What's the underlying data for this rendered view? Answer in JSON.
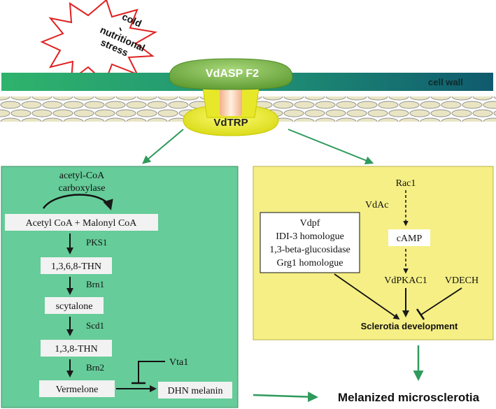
{
  "stress": {
    "line1": "cold",
    "line2": "、",
    "line3": "nutritional",
    "line4": "stress"
  },
  "membrane": {
    "cell_wall_label": "cell wall"
  },
  "receptor": {
    "top_label": "VdASP F2",
    "bottom_label": "VdTRP"
  },
  "melanin_panel": {
    "enzyme_line1": "acetyl-CoA",
    "enzyme_line2": "carboxylase",
    "substrate": "Acetyl CoA + Malonyl CoA",
    "step1_enzyme": "PKS1",
    "intermediate1": "1,3,6,8-THN",
    "step2_enzyme": "Brn1",
    "intermediate2": "scytalone",
    "step3_enzyme": "Scd1",
    "intermediate3": "1,3,8-THN",
    "step4_enzyme": "Brn2",
    "intermediate4": "Vermelone",
    "product": "DHN melanin",
    "inhibitor": "Vta1"
  },
  "sclerotia_panel": {
    "rac": "Rac1",
    "adenylate_cyclase": "VdAc",
    "camp": "cAMP",
    "pka": "VdPKAC1",
    "inhibitor": "VDECH",
    "box_lines": [
      "Vdpf",
      "IDI-3 homologue",
      "1,3-beta-glucosidase",
      "Grg1 homologue"
    ],
    "outcome": "Sclerotia development"
  },
  "final_outcome": "Melanized microsclerotia",
  "colors": {
    "green_panel": "#66cc99",
    "yellow_panel": "#f5ef85",
    "arrow_green": "#2e9a5c",
    "receptor_green": "#6aa63a",
    "receptor_yellow": "#e6e61e",
    "membrane_start": "#2fb36c",
    "membrane_end": "#0f5a6e"
  }
}
